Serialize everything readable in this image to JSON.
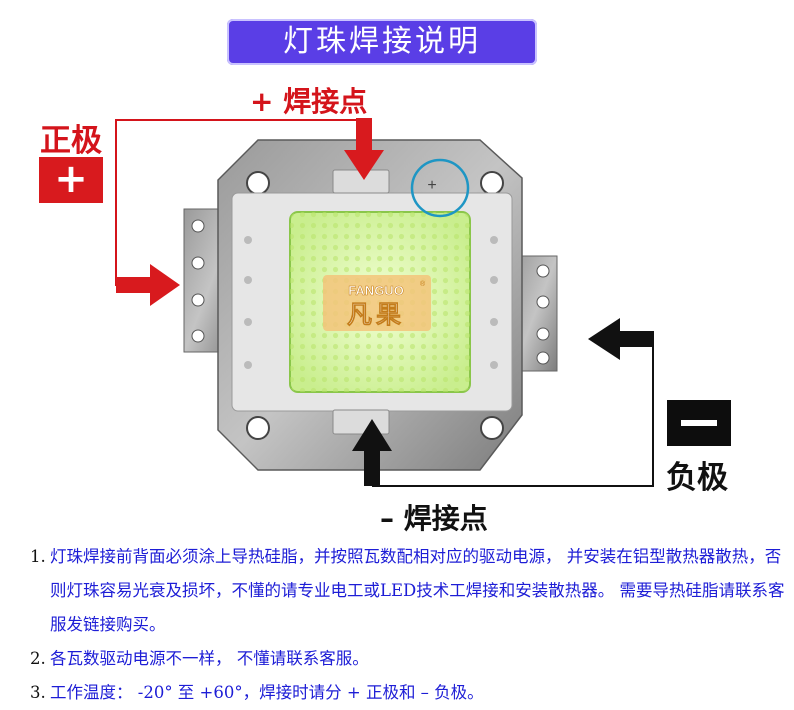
{
  "title": "灯珠焊接说明",
  "labels": {
    "positive_point": "+ 焊接点",
    "positive_pole": "正极",
    "positive_symbol": "+",
    "negative_point": "– 焊接点",
    "negative_pole": "负极"
  },
  "chip": {
    "brand_en": "FANGUO",
    "brand_cn": "凡果",
    "trademark": "®",
    "plus_mark": "+"
  },
  "colors": {
    "banner": "#5a3ee6",
    "positive": "#d81a1e",
    "negative": "#0d0d0d",
    "note_text": "#1d1dd6",
    "led_panel": "#d6f3a8",
    "highlight_ring": "#1e96c4"
  },
  "notes": [
    {
      "num": "1.",
      "text": "灯珠焊接前背面必须涂上导热硅脂，并按照瓦数配相对应的驱动电源， 并安装在铝型散热器散热，否则灯珠容易光衰及损坏，不懂的请专业电工或LED技术工焊接和安装散热器。 需要导热硅脂请联系客服发链接购买。"
    },
    {
      "num": "2.",
      "text": "各瓦数驱动电源不一样， 不懂请联系客服。"
    },
    {
      "num": "3.",
      "text": "工作温度： -20° 至 +60°，焊接时请分 + 正极和 – 负极。"
    }
  ]
}
